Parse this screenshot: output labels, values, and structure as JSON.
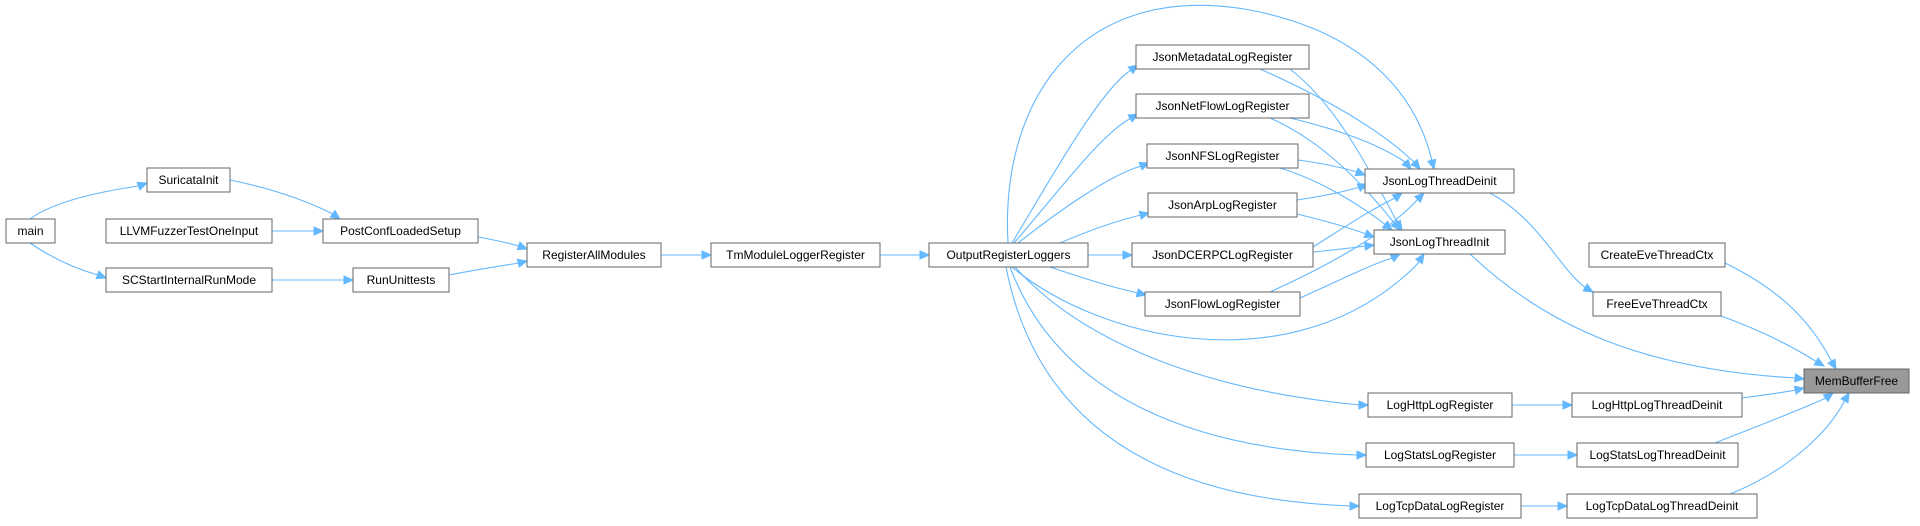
{
  "graph": {
    "nodes": {
      "main": "main",
      "suricata_init": "SuricataInit",
      "llvm_fuzzer": "LLVMFuzzerTestOneInput",
      "sc_start": "SCStartInternalRunMode",
      "post_conf": "PostConfLoadedSetup",
      "run_unittests": "RunUnittests",
      "register_all": "RegisterAllModules",
      "tm_module": "TmModuleLoggerRegister",
      "output_register": "OutputRegisterLoggers",
      "json_metadata": "JsonMetadataLogRegister",
      "json_netflow": "JsonNetFlowLogRegister",
      "json_nfs": "JsonNFSLogRegister",
      "json_arp": "JsonArpLogRegister",
      "json_dcerpc": "JsonDCERPCLogRegister",
      "json_flow": "JsonFlowLogRegister",
      "log_http_reg": "LogHttpLogRegister",
      "log_stats_reg": "LogStatsLogRegister",
      "log_tcp_reg": "LogTcpDataLogRegister",
      "json_deinit": "JsonLogThreadDeinit",
      "json_init": "JsonLogThreadInit",
      "create_eve": "CreateEveThreadCtx",
      "free_eve": "FreeEveThreadCtx",
      "log_http_deinit": "LogHttpLogThreadDeinit",
      "log_stats_deinit": "LogStatsLogThreadDeinit",
      "log_tcp_deinit": "LogTcpDataLogThreadDeinit",
      "mem_buffer_free": "MemBufferFree"
    },
    "edges": [
      [
        "main",
        "suricata_init"
      ],
      [
        "main",
        "sc_start"
      ],
      [
        "suricata_init",
        "post_conf"
      ],
      [
        "llvm_fuzzer",
        "post_conf"
      ],
      [
        "sc_start",
        "run_unittests"
      ],
      [
        "post_conf",
        "register_all"
      ],
      [
        "run_unittests",
        "register_all"
      ],
      [
        "register_all",
        "tm_module"
      ],
      [
        "tm_module",
        "output_register"
      ],
      [
        "output_register",
        "json_metadata"
      ],
      [
        "output_register",
        "json_netflow"
      ],
      [
        "output_register",
        "json_nfs"
      ],
      [
        "output_register",
        "json_arp"
      ],
      [
        "output_register",
        "json_dcerpc"
      ],
      [
        "output_register",
        "json_flow"
      ],
      [
        "output_register",
        "json_deinit"
      ],
      [
        "output_register",
        "json_init"
      ],
      [
        "output_register",
        "log_http_reg"
      ],
      [
        "output_register",
        "log_stats_reg"
      ],
      [
        "output_register",
        "log_tcp_reg"
      ],
      [
        "json_metadata",
        "json_deinit"
      ],
      [
        "json_metadata",
        "json_init"
      ],
      [
        "json_netflow",
        "json_deinit"
      ],
      [
        "json_netflow",
        "json_init"
      ],
      [
        "json_nfs",
        "json_deinit"
      ],
      [
        "json_nfs",
        "json_init"
      ],
      [
        "json_arp",
        "json_deinit"
      ],
      [
        "json_arp",
        "json_init"
      ],
      [
        "json_dcerpc",
        "json_deinit"
      ],
      [
        "json_dcerpc",
        "json_init"
      ],
      [
        "json_flow",
        "json_deinit"
      ],
      [
        "json_flow",
        "json_init"
      ],
      [
        "json_deinit",
        "free_eve"
      ],
      [
        "json_init",
        "mem_buffer_free"
      ],
      [
        "create_eve",
        "mem_buffer_free"
      ],
      [
        "free_eve",
        "mem_buffer_free"
      ],
      [
        "log_http_reg",
        "log_http_deinit"
      ],
      [
        "log_stats_reg",
        "log_stats_deinit"
      ],
      [
        "log_tcp_reg",
        "log_tcp_deinit"
      ],
      [
        "log_http_deinit",
        "mem_buffer_free"
      ],
      [
        "log_stats_deinit",
        "mem_buffer_free"
      ],
      [
        "log_tcp_deinit",
        "mem_buffer_free"
      ]
    ],
    "focus_node": "mem_buffer_free",
    "colors": {
      "edge": "#63b8ff",
      "node_border": "#666666",
      "focus_fill": "#999999"
    }
  }
}
